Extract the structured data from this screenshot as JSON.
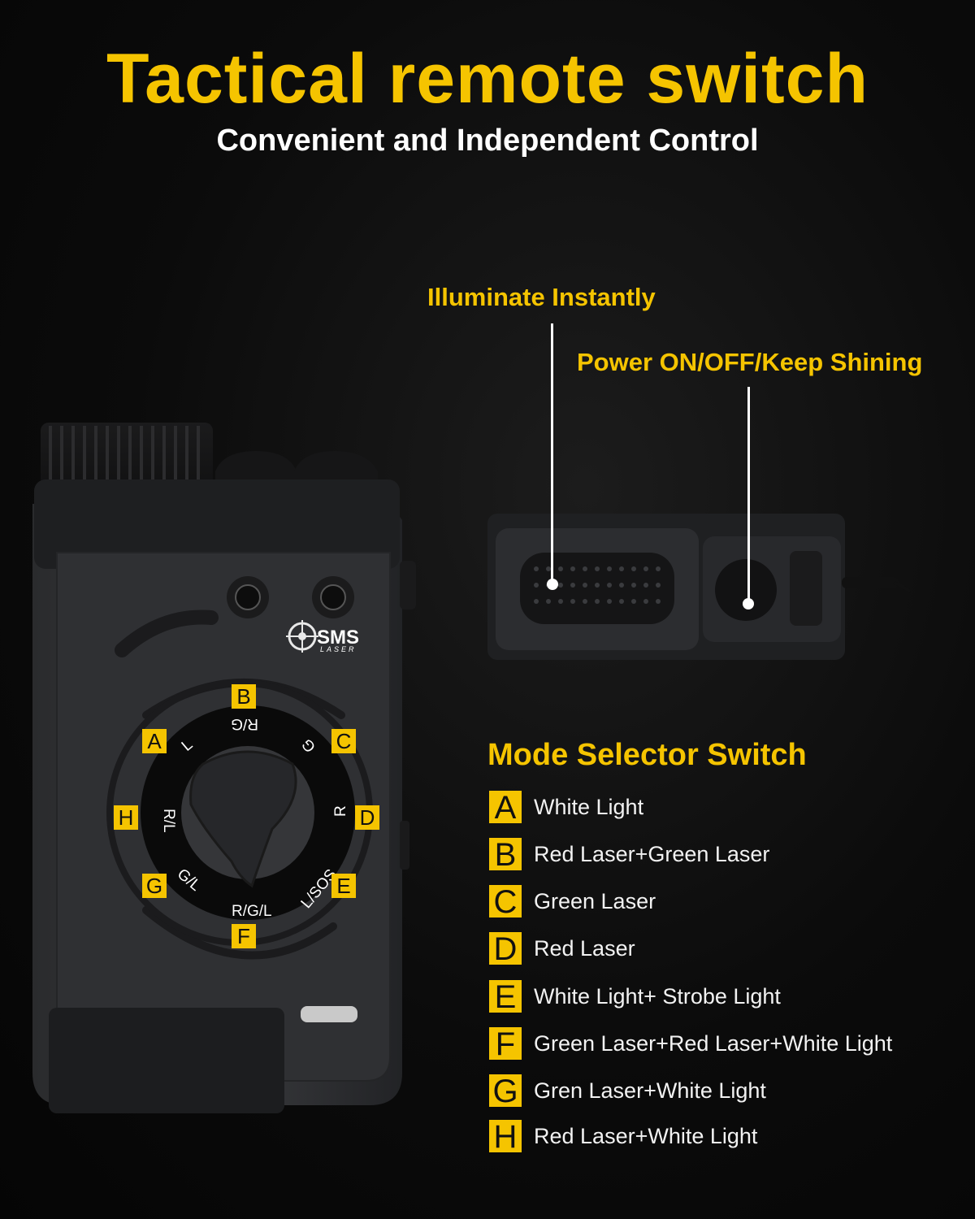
{
  "header": {
    "title": "Tactical remote switch",
    "subtitle": "Convenient and Independent Control"
  },
  "callouts": {
    "illuminate": "Illuminate Instantly",
    "power": "Power ON/OFF/Keep Shining"
  },
  "device": {
    "brand": "SMS",
    "brand_sub": "LASER",
    "dial_letters": [
      "A",
      "B",
      "C",
      "D",
      "E",
      "F",
      "G",
      "H"
    ],
    "dial_labels": [
      "L",
      "R/G",
      "G",
      "R",
      "L/SOS",
      "R/G/L",
      "G/L",
      "R/L"
    ]
  },
  "modes": {
    "title": "Mode Selector Switch",
    "items": [
      {
        "letter": "A",
        "label": "White Light"
      },
      {
        "letter": "B",
        "label": "Red Laser+Green Laser"
      },
      {
        "letter": "C",
        "label": "Green Laser"
      },
      {
        "letter": "D",
        "label": "Red Laser"
      },
      {
        "letter": "E",
        "label": "White Light+ Strobe Light"
      },
      {
        "letter": "F",
        "label": "Green Laser+Red Laser+White Light"
      },
      {
        "letter": "G",
        "label": "Gren Laser+White Light"
      },
      {
        "letter": "H",
        "label": "Red Laser+White Light"
      }
    ]
  },
  "colors": {
    "accent": "#f5c400",
    "background": "#0b0b0b",
    "text": "#ffffff"
  }
}
